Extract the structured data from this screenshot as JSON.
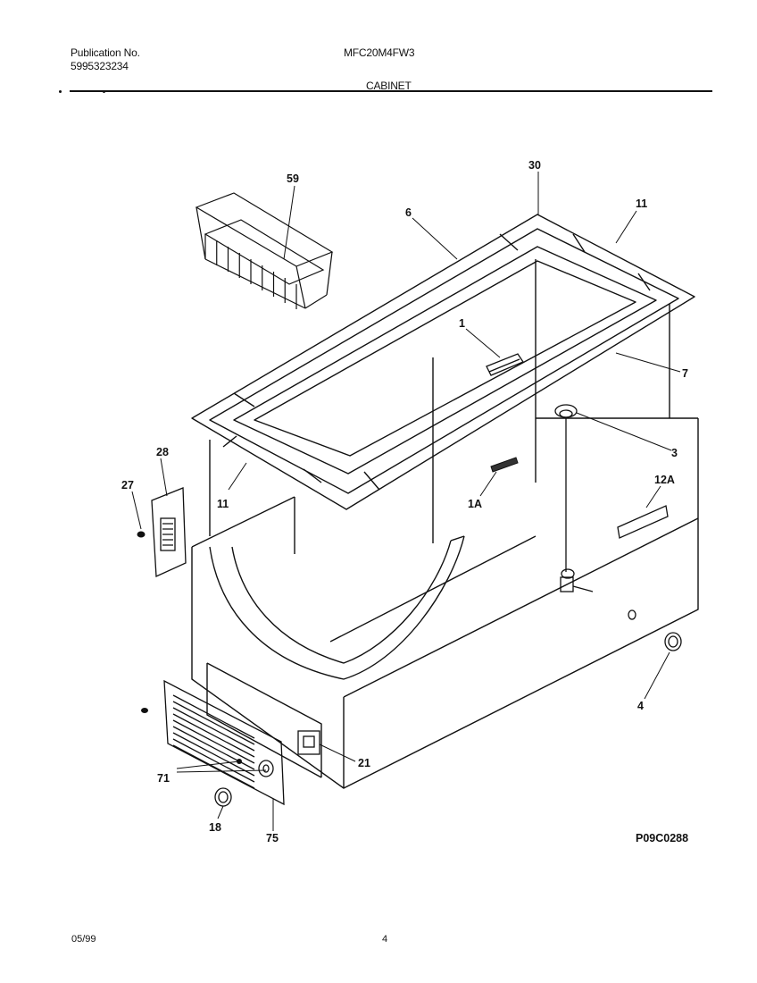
{
  "header": {
    "publication_label": "Publication No.",
    "publication_number": "5995323234",
    "model": "MFC20M4FW3",
    "section": "CABINET"
  },
  "diagram": {
    "drawing_code": "P09C0288",
    "callouts": [
      "59",
      "30",
      "6",
      "11",
      "1",
      "7",
      "3",
      "28",
      "27",
      "11",
      "1A",
      "12A",
      "4",
      "21",
      "71",
      "18",
      "75"
    ]
  },
  "footer": {
    "date": "05/99",
    "page": "4"
  }
}
